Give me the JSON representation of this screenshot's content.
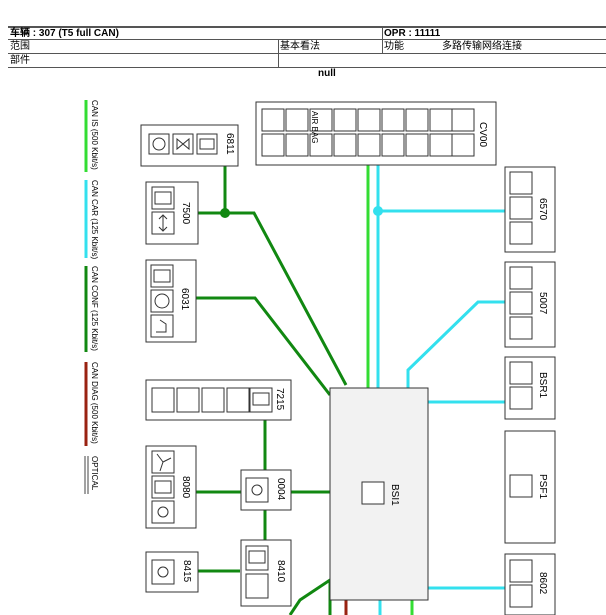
{
  "header": {
    "vehicle_label": "车辆 : 307 (T5 full CAN)",
    "opr_label": "OPR : 11111",
    "scope_label": "范围",
    "basic_view_label": "基本看法",
    "function_label": "功能",
    "function_value": "多路传输网络连接",
    "parts_label": "部件"
  },
  "subtitle": "null",
  "legend": [
    {
      "label": "CAN IS (500 Kbit/s)",
      "color": "#33dd33"
    },
    {
      "label": "CAN CAR (125 Kbit/s)",
      "color": "#33e0ee"
    },
    {
      "label": "CAN CONF (125 Kbit/s)",
      "color": "#118811"
    },
    {
      "label": "CAN DIAG (500 Kbit/s)",
      "color": "#992211"
    },
    {
      "label": "OPTICAL",
      "color": "#444444"
    }
  ],
  "components": {
    "c6811": "6811",
    "c7500": "7500",
    "c6031": "6031",
    "c7215": "7215",
    "c8080": "8080",
    "c0004": "0004",
    "c8415": "8415",
    "c8410": "8410",
    "cv00": "CV00",
    "c6570": "6570",
    "c5007": "5007",
    "bsr1": "BSR1",
    "psf1": "PSF1",
    "c8602": "8602",
    "bsi1": "BSI1",
    "airbag_text": "AIR BAG"
  }
}
